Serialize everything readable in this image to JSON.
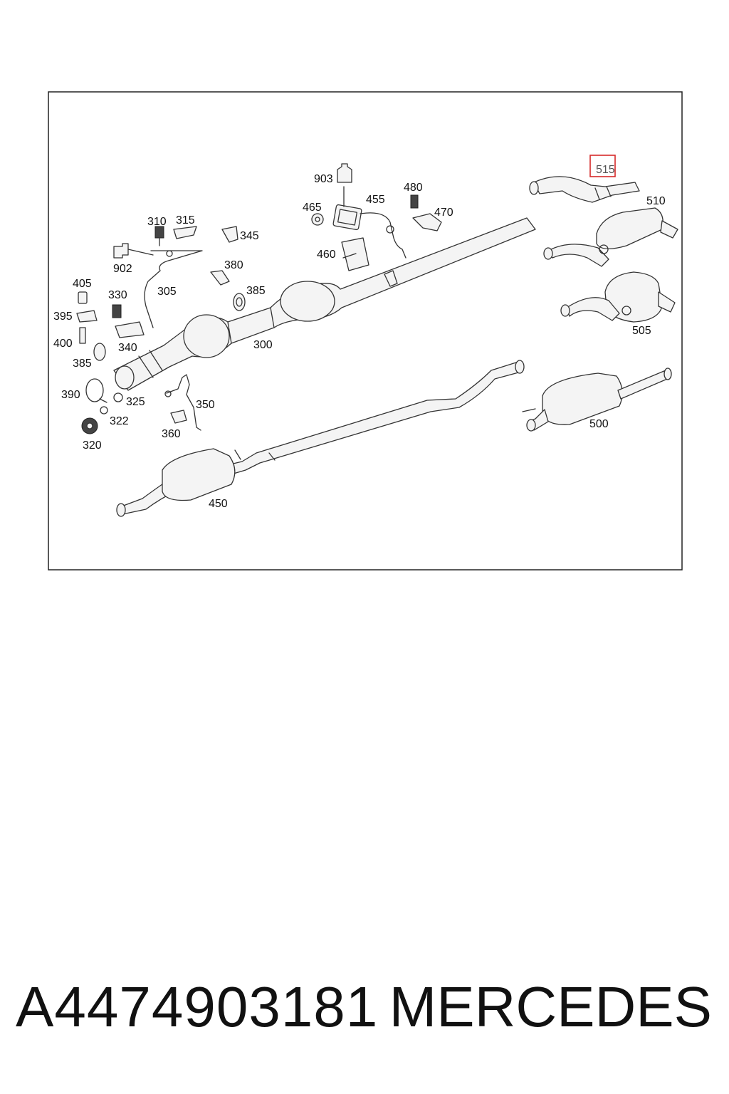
{
  "diagram": {
    "highlight_color": "#d62a2a",
    "labels": {
      "l300": "300",
      "l305": "305",
      "l310": "310",
      "l315": "315",
      "l320": "320",
      "l322": "322",
      "l325": "325",
      "l330": "330",
      "l340": "340",
      "l345": "345",
      "l350": "350",
      "l360": "360",
      "l380": "380",
      "l385a": "385",
      "l385b": "385",
      "l390": "390",
      "l395": "395",
      "l400": "400",
      "l405": "405",
      "l450": "450",
      "l455": "455",
      "l460": "460",
      "l465": "465",
      "l470": "470",
      "l480": "480",
      "l500": "500",
      "l505": "505",
      "l510": "510",
      "l515": "515",
      "l902": "902",
      "l903": "903"
    }
  },
  "footer": {
    "part_number": "A4474903181",
    "brand": "MERCEDES"
  }
}
